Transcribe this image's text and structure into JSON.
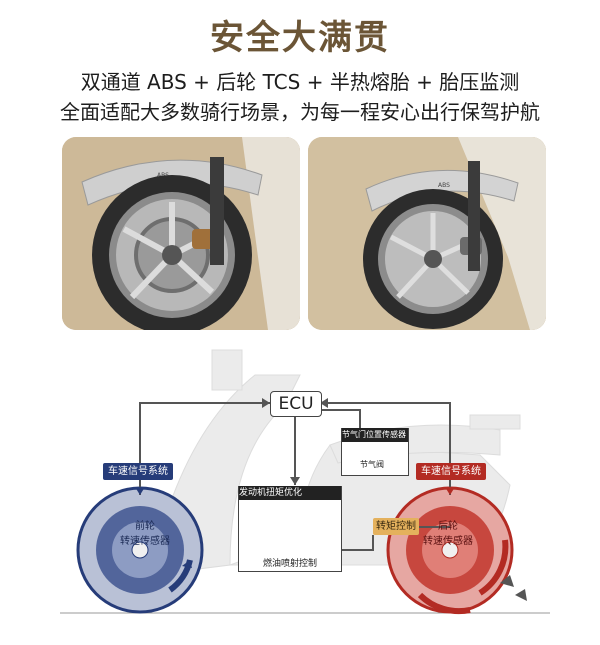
{
  "header": {
    "title": "安全大满贯",
    "line1": "双通道 ABS + 后轮 TCS + 半热熔胎 + 胎压监测",
    "line2": "全面适配大多数骑行场景，为每一程安心出行保驾护航"
  },
  "photos": [
    {
      "name": "front-wheel-photo-left",
      "mark": "ABS"
    },
    {
      "name": "front-wheel-photo-right",
      "mark": "ABS"
    }
  ],
  "diagram": {
    "ecu": "ECU",
    "throttle_sensor": "节气门位置传感器",
    "throttle_valve": "节气阀",
    "wheel_speed_left": "车速信号系统",
    "wheel_speed_right": "车速信号系统",
    "front_sensor_line1": "前轮",
    "front_sensor_line2": "转速传感器",
    "rear_sensor_line1": "后轮",
    "rear_sensor_line2": "转速传感器",
    "engine_torque": "发动机扭矩优化",
    "fuel_injection": "燃油喷射控制",
    "torque_control": "转矩控制"
  },
  "colors": {
    "title": "#6b5536",
    "blue": "#263c79",
    "red": "#b32b23",
    "orange": "#e4b15d"
  }
}
